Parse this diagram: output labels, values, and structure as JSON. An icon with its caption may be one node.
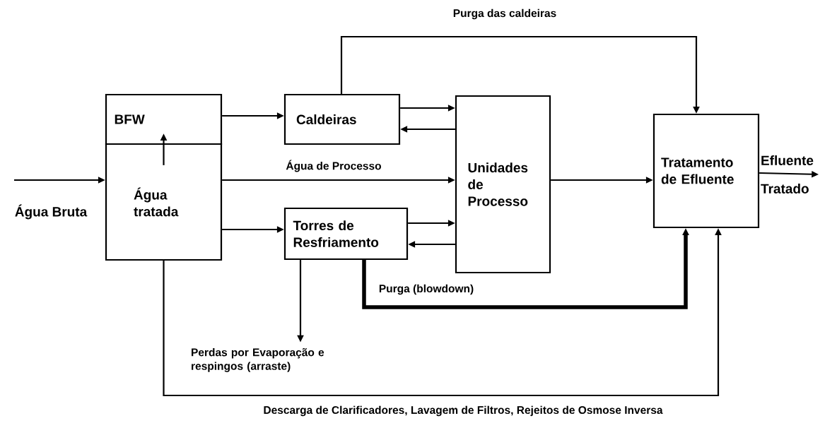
{
  "diagram": {
    "nodes": [
      {
        "text": [
          "BFW"
        ]
      },
      {
        "text": [
          "Água tratada"
        ]
      },
      {
        "text": [
          "Caldeiras"
        ]
      },
      {
        "text": [
          "Unidades de Processo"
        ]
      },
      {
        "text": [
          "Torres de Resfriamento"
        ]
      },
      {
        "text": [
          "Tratamento de Efluente"
        ]
      },
      {
        "text": [
          "Perdas por Evaporação e respingos (arraste)"
        ]
      },
      {
        "text": [
          "Efluente Tratado"
        ]
      }
    ],
    "edges": [
      {
        "from": null,
        "to": 1,
        "arrow": "to",
        "label": "Água Bruta"
      },
      {
        "from": 1,
        "to": 0,
        "arrow": "to"
      },
      {
        "from": 0,
        "to": 2,
        "arrow": "to"
      },
      {
        "from": 1,
        "to": 3,
        "arrow": "to",
        "label": "Água de Processo"
      },
      {
        "from": 1,
        "to": 4,
        "arrow": "to"
      },
      {
        "from": 2,
        "to": 3,
        "arrow": "to"
      },
      {
        "from": 3,
        "to": 2,
        "arrow": "to"
      },
      {
        "from": 4,
        "to": 3,
        "arrow": "to"
      },
      {
        "from": 3,
        "to": 4,
        "arrow": "to"
      },
      {
        "from": 2,
        "to": 5,
        "arrow": "to",
        "label": "Purga das caldeiras"
      },
      {
        "from": 3,
        "to": 5,
        "arrow": "to"
      },
      {
        "from": 4,
        "to": 6,
        "arrow": "to"
      },
      {
        "from": 4,
        "to": 5,
        "arrow": "to",
        "label": "Purga (blowdown)",
        "style": "thick"
      },
      {
        "from": 1,
        "to": 5,
        "arrow": "to",
        "label": "Descarga de Clarificadores, Lavagem de Filtros, Rejeitos de Osmose Inversa"
      },
      {
        "from": 5,
        "to": 7,
        "arrow": "to"
      }
    ]
  }
}
